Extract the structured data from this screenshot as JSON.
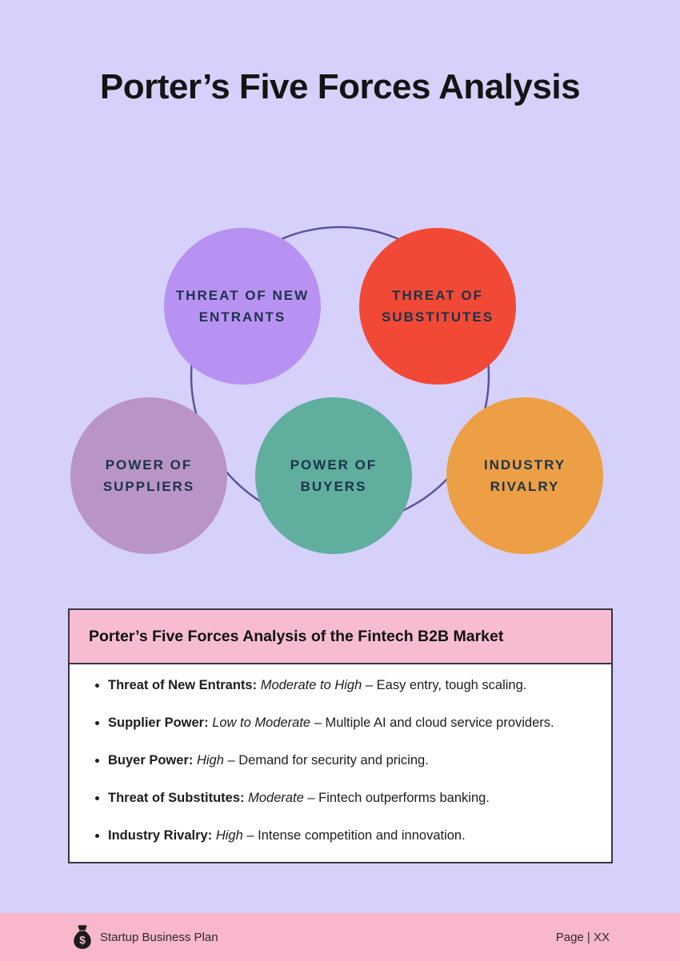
{
  "page": {
    "title": "Porter’s Five Forces Analysis",
    "background": "#d6d1fa"
  },
  "diagram": {
    "ring_color": "#5a54a2",
    "label_color": "#1c3349",
    "circles": [
      {
        "id": "threat-of-new-entrants",
        "label": "THREAT OF NEW\nENTRANTS",
        "color": "#b892f2"
      },
      {
        "id": "threat-of-substitutes",
        "label": "THREAT OF\nSUBSTITUTES",
        "color": "#f24936"
      },
      {
        "id": "power-of-suppliers",
        "label": "POWER OF\nSUPPLIERS",
        "color": "#b994c7"
      },
      {
        "id": "power-of-buyers",
        "label": "POWER OF\nBUYERS",
        "color": "#5fae9e"
      },
      {
        "id": "industry-rivalry",
        "label": "INDUSTRY\nRIVALRY",
        "color": "#ec9f44"
      }
    ]
  },
  "analysis_box": {
    "title": "Porter’s Five Forces Analysis of the Fintech B2B Market",
    "header_bg": "#f7bcd2",
    "items": [
      {
        "label": "Threat of New Entrants:",
        "rating": "Moderate to High",
        "text": "– Easy entry, tough scaling."
      },
      {
        "label": "Supplier Power:",
        "rating": "Low to Moderate",
        "text": "– Multiple AI and cloud service providers."
      },
      {
        "label": "Buyer Power:",
        "rating": "High",
        "text": "– Demand for security and pricing."
      },
      {
        "label": "Threat of Substitutes:",
        "rating": "Moderate",
        "text": "– Fintech outperforms banking."
      },
      {
        "label": "Industry Rivalry:",
        "rating": "High",
        "text": "– Intense competition and innovation."
      }
    ]
  },
  "footer": {
    "brand": "Startup Business Plan",
    "page_label": "Page | XX",
    "background": "#f8b7cb",
    "icon": "money-bag-icon"
  }
}
